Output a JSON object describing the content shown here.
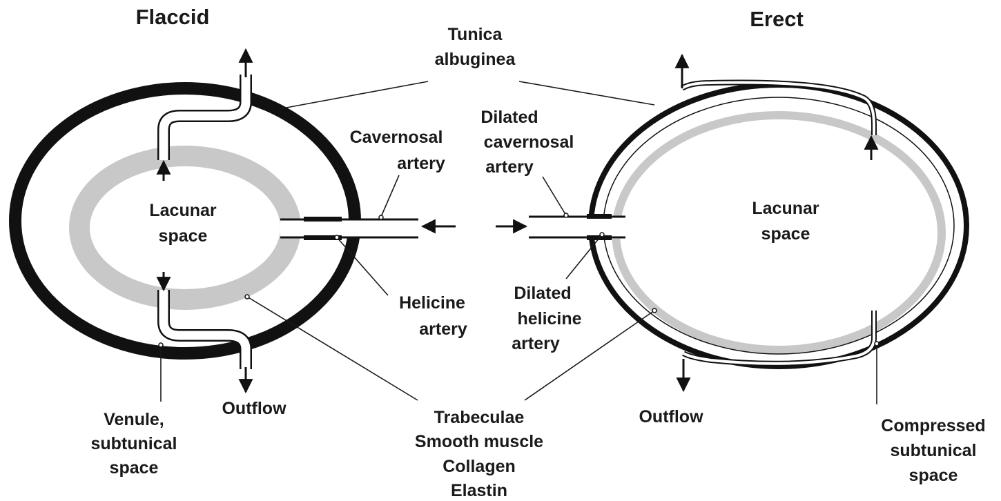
{
  "flaccid": {
    "title": "Flaccid",
    "lacunar_line1": "Lacunar",
    "lacunar_line2": "space"
  },
  "erect": {
    "title": "Erect",
    "lacunar_line1": "Lacunar",
    "lacunar_line2": "space"
  },
  "labels": {
    "tunica_line1": "Tunica",
    "tunica_line2": "albuginea",
    "cavernosal_line1": "Cavernosal",
    "cavernosal_line2": "artery",
    "dilated_cav_line1": "Dilated",
    "dilated_cav_line2": "cavernosal",
    "dilated_cav_line3": "artery",
    "helicine_line1": "Helicine",
    "helicine_line2": "artery",
    "dilated_hel_line1": "Dilated",
    "dilated_hel_line2": "helicine",
    "dilated_hel_line3": "artery",
    "outflow_left": "Outflow",
    "outflow_right": "Outflow",
    "venule_line1": "Venule,",
    "venule_line2": "subtunical",
    "venule_line3": "space",
    "trabeculae_line1": "Trabeculae",
    "trabeculae_line2": "Smooth muscle",
    "trabeculae_line3": "Collagen",
    "trabeculae_line4": "Elastin",
    "compressed_line1": "Compressed",
    "compressed_line2": "subtunical",
    "compressed_line3": "space"
  },
  "colors": {
    "tunica": "#111111",
    "trabecular_ring": "#c8c8c8",
    "line": "#1a1a1a"
  }
}
